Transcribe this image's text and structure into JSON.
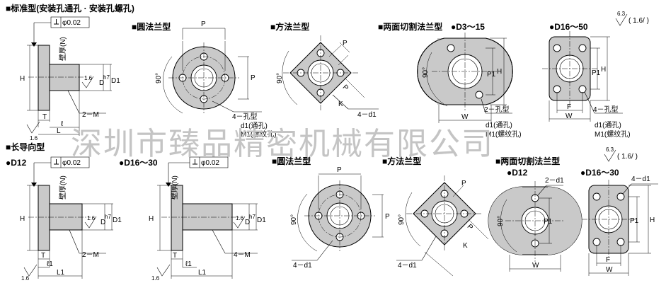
{
  "sections": {
    "standard": "■标准型(安装孔通孔 · 安装孔螺孔)",
    "long_guide": "■长导向型"
  },
  "flange_titles": {
    "round": "■圆法兰型",
    "square": "■方法兰型",
    "two_face": "■两面切割法兰型"
  },
  "variants": {
    "d3_15": "●D3～15",
    "d16_50": "●D16～50",
    "d12": "●D12",
    "d16_30": "●D16～30"
  },
  "labels": {
    "tolerance": "φ0.02",
    "wall": "壁厚(N)",
    "H": "H",
    "T": "T",
    "L": "L",
    "L1": "L1",
    "l": "ℓ",
    "l1": "ℓ1",
    "D_h7": "D",
    "h7": "h7",
    "D1": "D1",
    "P": "P",
    "P1": "P1",
    "W": "W",
    "F": "F",
    "K": "K",
    "angle_90": "90°",
    "two_m": "2－M",
    "four_m": "4－M",
    "four_d1": "4－d1",
    "two_d1": "2－d1",
    "hole_type_4": "4－孔型",
    "hole_type_2": "2－孔型",
    "d1_through": "d1(通孔)",
    "m1_tapped": "M1(螺纹孔)",
    "rough_16": "1.6",
    "rough_63": "6.3",
    "rough_paren_16": "( 1.6/ )"
  },
  "watermark": "深圳市臻品精密机械有限公司"
}
